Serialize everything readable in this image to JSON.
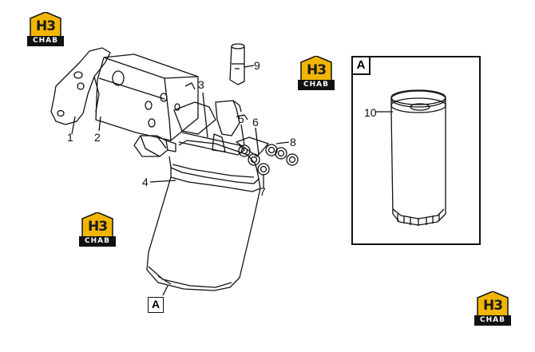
{
  "logos": [
    {
      "line1": "H3",
      "line2": "CHAB"
    },
    {
      "line1": "H3",
      "line2": "CHAB"
    },
    {
      "line1": "H3",
      "line2": "CHAB"
    },
    {
      "line1": "H3",
      "line2": "CHAB"
    }
  ],
  "callouts": [
    "1",
    "2",
    "3",
    "4",
    "5",
    "6",
    "7",
    "8",
    "9",
    "10"
  ],
  "detail_view": {
    "label": "A"
  },
  "view_marker": {
    "label": "A"
  },
  "colors": {
    "line": "#111111",
    "logo_accent": "#f2b600",
    "logo_dark": "#111111",
    "background": "#ffffff"
  }
}
